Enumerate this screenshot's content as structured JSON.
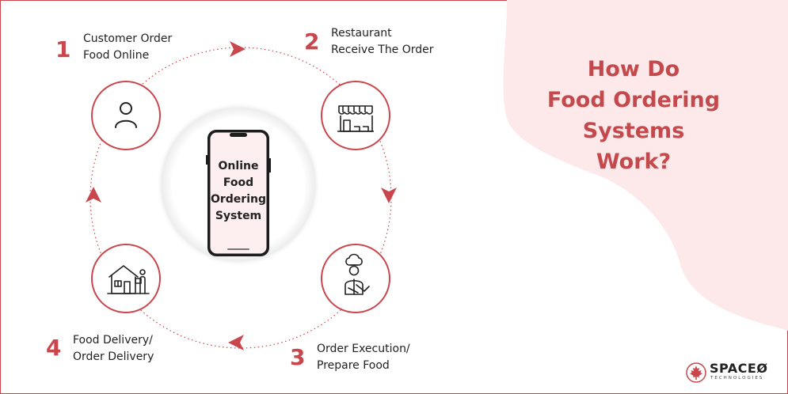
{
  "heading": {
    "line1": "How Do",
    "line2": "Food Ordering Systems",
    "line3": "Work?"
  },
  "center": {
    "lines": [
      "Online",
      "Food",
      "Ordering",
      "System"
    ]
  },
  "steps": [
    {
      "number": "1",
      "line1": "Customer Order",
      "line2": "Food Online",
      "icon": "user-icon"
    },
    {
      "number": "2",
      "line1": "Restaurant",
      "line2": "Receive The Order",
      "icon": "restaurant-store-icon"
    },
    {
      "number": "3",
      "line1": "Order Execution/",
      "line2": "Prepare Food",
      "icon": "chef-icon"
    },
    {
      "number": "4",
      "line1": "Food Delivery/",
      "line2": "Order Delivery",
      "icon": "delivery-house-icon"
    }
  ],
  "logo": {
    "name": "SPACEØ",
    "sub": "TECHNOLOGIES",
    "icon": "maple-leaf-icon"
  },
  "colors": {
    "accent": "#c9474c",
    "blob": "#fde9ea",
    "phone_screen": "#fdeff0"
  }
}
